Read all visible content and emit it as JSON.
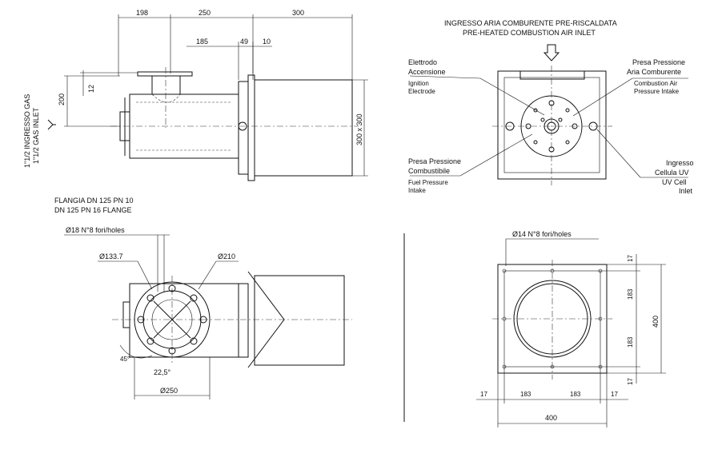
{
  "side_view": {
    "dims_top": [
      "198",
      "250",
      "300"
    ],
    "dims_inner": [
      "185",
      "49",
      "10"
    ],
    "dim_12": "12",
    "dim_200": "200",
    "dim_box": "300 x 300",
    "gas_inlet": [
      "1\"1/2 INGRESSO GAS",
      "1\"1/2 GAS INLET"
    ]
  },
  "flange_note": [
    "FLANGIA DN 125 PN 10",
    "DN 125 PN 16 FLANGE"
  ],
  "flange_view": {
    "holes": "Ø18 N°8 fori/holes",
    "d1": "Ø133.7",
    "d2": "Ø210",
    "d3": "Ø250",
    "angle": "22,5°",
    "ang2": "45°"
  },
  "air_inlet": [
    "INGRESSO ARIA COMBURENTE PRE-RISCALDATA",
    "PRE-HEATED COMBUSTION AIR INLET"
  ],
  "labels": {
    "electrode": [
      "Elettrodo",
      "Accensione",
      "Ignition",
      "Electrode"
    ],
    "air_pressure": [
      "Presa Pressione",
      "Aria Comburente",
      "Combustion Air",
      "Pressure Intake"
    ],
    "fuel_pressure": [
      "Presa Pressione",
      "Combustibile",
      "Fuel Pressure",
      "Intake"
    ],
    "uv": [
      "Ingresso",
      "Cellula UV",
      "UV Cell",
      "Inlet"
    ]
  },
  "plate_view": {
    "holes": "Ø14 N°8 fori/holes",
    "dim_17": "17",
    "dim_183": "183",
    "dim_400": "400"
  }
}
